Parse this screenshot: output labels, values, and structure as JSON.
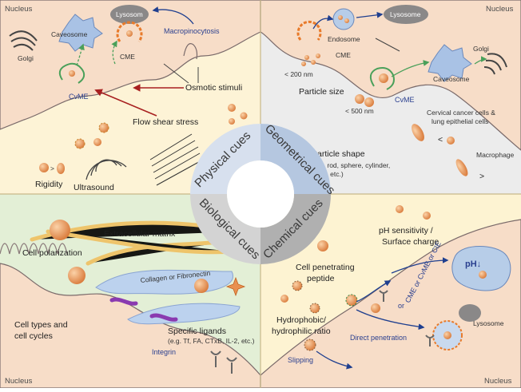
{
  "colors": {
    "physical_bg": "#fdf3d6",
    "geometrical_bg": "#ececec",
    "biological_bg": "#e3efd6",
    "chemical_bg": "#fdf3d2",
    "cell": "#f7ddc8",
    "particle": "#e9904f",
    "membrane_blue": "#9ab5dc",
    "endocytic_green": "#4aa05a",
    "cme_orange": "#e87a2a",
    "arrow_red": "#a82020",
    "arrow_blue": "#1f3f8f",
    "collagen": "#f0c060",
    "ligand_purple": "#8a3ab0",
    "ring_gray": "#b8b8b8"
  },
  "center": {
    "physical": "Physical cues",
    "geometrical": "Geometrical cues",
    "biological": "Biological cues",
    "chemical": "Chemical cues"
  },
  "top_left": {
    "nucleus": "Nucleus",
    "lysosom": "Lysosom",
    "macropinocytosis": "Macropinocytosis",
    "golgi": "Golgi",
    "caveosome": "Caveosome",
    "cme": "CME",
    "cvme": "CvME",
    "osmotic": "Osmotic stimuli",
    "flow_shear": "Flow shear stress",
    "rigidity": "Rigidity",
    "ultrasound": "Ultrasound"
  },
  "top_right": {
    "nucleus": "Nucleus",
    "lysosome": "Lysosome",
    "endosome": "Endosome",
    "cme": "CME",
    "lt200": "< 200 nm",
    "golgi": "Golgi",
    "caveosome": "Caveosome",
    "cvme": "CvME",
    "particle_size": "Particle size",
    "lt500": "< 500 nm",
    "cervical_1": "Cervical cancer cells &",
    "cervical_2": "lung epithelial cells",
    "particle_shape": "Particle shape",
    "shapes_1": "(e.g. rod, sphere, cylinder,",
    "shapes_2": "cube, etc.)",
    "macrophage": "Macrophage",
    "lt": "<",
    "gt": ">"
  },
  "bottom_left": {
    "ecm": "Extracellular matrix",
    "cell_polarization": "Cell polarization",
    "collagen": "Collagen or Fibronectin",
    "cell_types_1": "Cell types and",
    "cell_types_2": "cell cycles",
    "ligands": "Specific ligands",
    "ligands_eg": "(e.g. Tf, FA, CTxB, IL-2, etc.)",
    "integrin": "Integrin",
    "nucleus": "Nucleus"
  },
  "bottom_right": {
    "ph_1": "pH sensitivity /",
    "ph_2": "Surface charge",
    "cpp_1": "Cell penetrating",
    "cpp_2": "peptide",
    "cme_cvme_cie": "CME or CvME or CIE",
    "ph_label": "pH↓",
    "or": "or",
    "hydro_1": "Hydrophobic/",
    "hydro_2": "hydrophilic ratio",
    "direct": "Direct penetration",
    "slipping": "Slipping",
    "lysosome": "Lysosome",
    "nucleus": "Nucleus"
  }
}
